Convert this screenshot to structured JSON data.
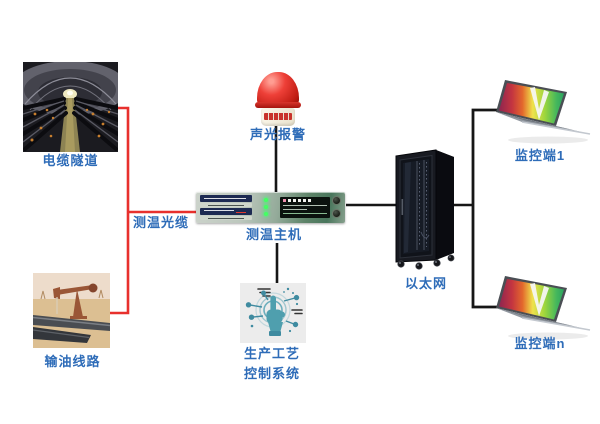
{
  "diagram": {
    "background": "#ffffff",
    "colors": {
      "label_blue": "#2e6cb8",
      "fiber_line_red": "#e8302d",
      "signal_line_black": "#161616",
      "alarm_red": "#d32b22",
      "rack_black": "#14161c",
      "panel_green": "#5d8368"
    },
    "nodes": {
      "cable_tunnel": {
        "label": "电缆隧道",
        "icon": "cable-tunnel-photo"
      },
      "oil_pipeline": {
        "label": "输油线路",
        "icon": "oil-pipeline-photo"
      },
      "fiber_cable": {
        "label": "测温光缆"
      },
      "alarm": {
        "label": "声光报警",
        "icon": "alarm-beacon"
      },
      "host": {
        "label": "测温主机",
        "icon": "temperature-host-device"
      },
      "process_control": {
        "label_line1": "生产工艺",
        "label_line2": "控制系统",
        "icon": "touch-control"
      },
      "ethernet": {
        "label": "以太网",
        "icon": "server-rack"
      },
      "monitor_1": {
        "label": "监控端1",
        "icon": "laptop"
      },
      "monitor_n": {
        "label": "监控端n",
        "icon": "laptop"
      }
    }
  }
}
